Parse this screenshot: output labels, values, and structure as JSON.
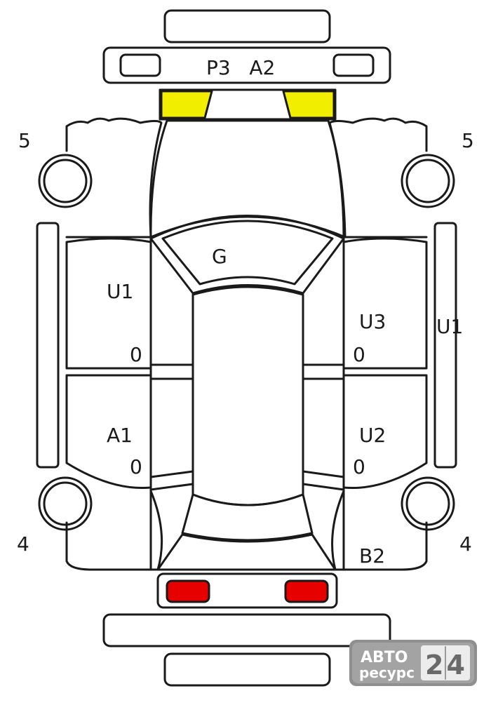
{
  "colors": {
    "line": "#1a1a1a",
    "background": "#ffffff",
    "headlight_fill": "#f2ee00",
    "taillight_fill": "#e60000",
    "badge_bg": "#8f8f8f",
    "badge_text": "#ffffff"
  },
  "labels": {
    "front_bumper_codes": "P3   A2",
    "hood_code": "G",
    "front_left_door_code": "U1",
    "front_left_door_count": "0",
    "rear_left_door_code": "A1",
    "rear_left_door_count": "0",
    "front_right_door_code": "U3",
    "front_right_door_count": "0",
    "rear_right_door_code": "U2",
    "rear_right_door_count": "0",
    "right_sill_code": "U1",
    "rear_quarter_right_code": "B2",
    "front_left_wheel_number": "5",
    "front_right_wheel_number": "5",
    "rear_left_wheel_number": "4",
    "rear_right_wheel_number": "4"
  },
  "watermark": {
    "line1": "АВТО",
    "line2": "ресурс",
    "digits": "24"
  }
}
